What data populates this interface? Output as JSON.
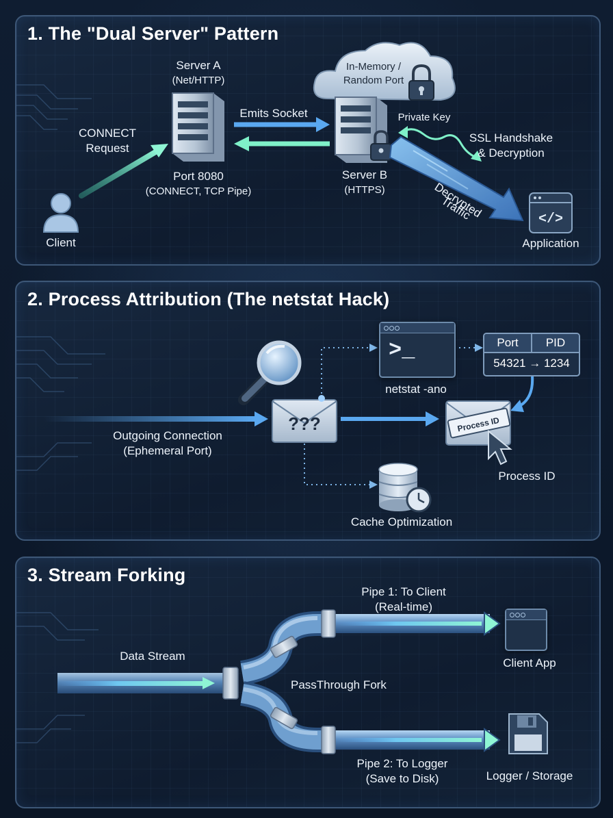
{
  "panel1": {
    "title": "1. The \"Dual Server\" Pattern",
    "client_label": "Client",
    "connect_request": [
      "CONNECT",
      "Request"
    ],
    "server_a_title": [
      "Server A",
      "(Net/HTTP)"
    ],
    "server_a_port": [
      "Port 8080",
      "(CONNECT, TCP Pipe)"
    ],
    "emits_socket": "Emits Socket",
    "cloud_label": [
      "In-Memory /",
      "Random Port"
    ],
    "private_key": "Private Key",
    "server_b_title": [
      "Server B",
      "(HTTPS)"
    ],
    "ssl_handshake": [
      "SSL Handshake",
      "& Decryption"
    ],
    "decrypted_traffic": [
      "Decrypted",
      "Traffic"
    ],
    "application_label": "Application",
    "application_icon": "</>"
  },
  "panel2": {
    "title": "2. Process Attribution (The netstat Hack)",
    "envelope_text": "???",
    "outgoing_connection": [
      "Outgoing Connection",
      "(Ephemeral Port)"
    ],
    "terminal_prompt": ">_",
    "netstat_label": "netstat -ano",
    "table": {
      "headers": [
        "Port",
        "PID"
      ],
      "row": "54321 → 1234"
    },
    "process_tag": "Process ID",
    "process_id_label": "Process ID",
    "cache_label": "Cache Optimization"
  },
  "panel3": {
    "title": "3. Stream Forking",
    "data_stream": "Data Stream",
    "pipe1_label": [
      "Pipe 1: To Client",
      "(Real-time)"
    ],
    "passthrough_label": "PassThrough Fork",
    "pipe2_label": [
      "Pipe 2: To Logger",
      "(Save to Disk)"
    ],
    "client_app_label": "Client App",
    "logger_label": "Logger / Storage"
  },
  "colors": {
    "accent_green": "#7ff0c8",
    "accent_blue": "#5aa8f0",
    "panel_border": "#3d5777",
    "background": "#0e1a2c"
  }
}
